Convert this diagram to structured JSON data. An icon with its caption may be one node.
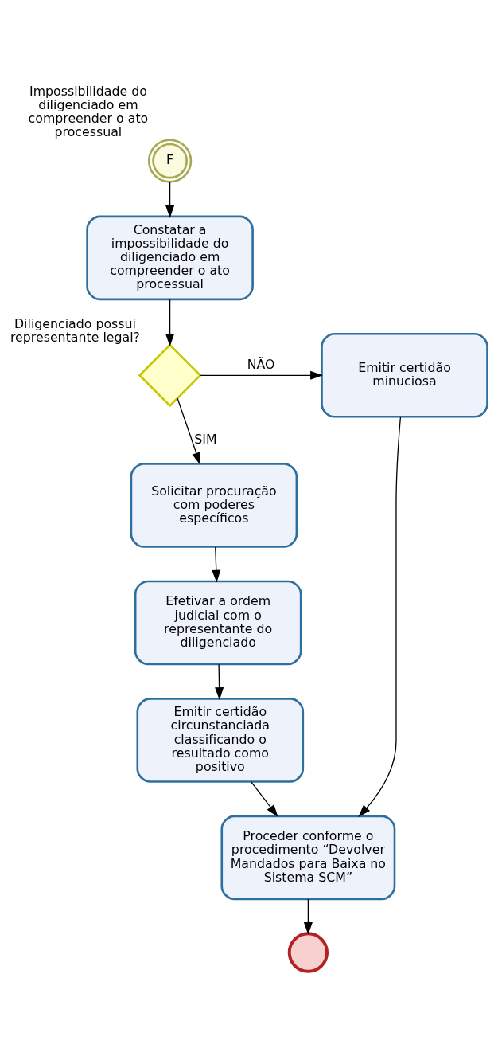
{
  "diagram": {
    "nodes": [
      {
        "text": [
          "F"
        ],
        "beside": [
          "Impossibilidade do diligenciado em compreender o ato processual"
        ]
      },
      {
        "text": [
          "Constatar a impossibilidade do diligenciado em compreender o ato processual"
        ]
      },
      {
        "text": [],
        "shape": "diamond",
        "beside": [
          "Diligenciado possui representante legal?"
        ]
      },
      {
        "text": [
          "Emitir certidão minuciosa"
        ]
      },
      {
        "text": [
          "Solicitar procuração com poderes específicos"
        ]
      },
      {
        "text": [
          "Efetivar a ordem judicial com o representante do diligenciado"
        ]
      },
      {
        "text": [
          "Emitir certidão circunstanciada classificando o resultado como positivo"
        ]
      },
      {
        "text": [
          "Proceder conforme o procedimento “Devolver Mandados para Baixa no Sistema SCM”"
        ]
      },
      {
        "text": [],
        "shape": "circle"
      }
    ],
    "edges": [
      {
        "from": 0,
        "to": 1,
        "arrow": "to"
      },
      {
        "from": 1,
        "to": 2,
        "arrow": "to"
      },
      {
        "from": 2,
        "to": 3,
        "arrow": "to",
        "label": "NÃO"
      },
      {
        "from": 2,
        "to": 4,
        "arrow": "to",
        "label": "SIM"
      },
      {
        "from": 4,
        "to": 5,
        "arrow": "to"
      },
      {
        "from": 5,
        "to": 6,
        "arrow": "to"
      },
      {
        "from": 6,
        "to": 7,
        "arrow": "to"
      },
      {
        "from": 3,
        "to": 7,
        "arrow": "to"
      },
      {
        "from": 7,
        "to": 8,
        "arrow": "to"
      }
    ]
  }
}
